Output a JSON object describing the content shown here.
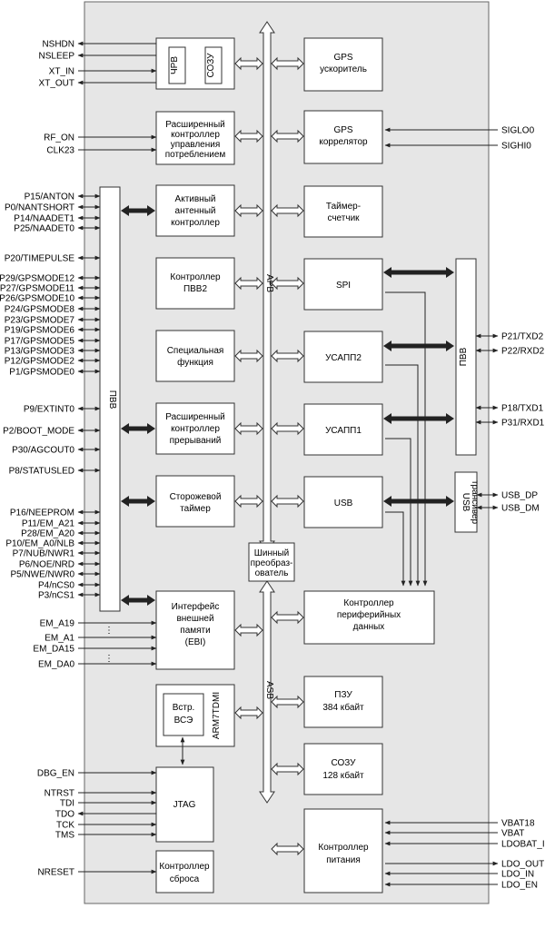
{
  "chip": {
    "left_pins": [
      "NSHDN",
      "NSLEEP",
      "XT_IN",
      "XT_OUT",
      "RF_ON",
      "CLK23",
      "P15/ANTON",
      "P0/NANTSHORT",
      "P14/NAADET1",
      "P25/NAADET0",
      "P20/TIMEPULSE",
      "P29/GPSMODE12",
      "P27/GPSMODE11",
      "P26/GPSMODE10",
      "P24/GPSMODE8",
      "P23/GPSMODE7",
      "P19/GPSMODE6",
      "P17/GPSMODE5",
      "P13/GPSMODE3",
      "P12/GPSMODE2",
      "P1/GPSMODE0",
      "P9/EXTINT0",
      "P2/BOOT_MODE",
      "P30/AGCOUT0",
      "P8/STATUSLED",
      "P16/NEEPROM",
      "P11/EM_A21",
      "P28/EM_A20",
      "P10/EM_A0/NLB",
      "P7/NUB/NWR1",
      "P6/NOE/NRD",
      "P5/NWE/NWR0",
      "P4/nCS0",
      "P3/nCS1",
      "EM_A19",
      "EM_A1",
      "EM_DA15",
      "EM_DA0",
      "DBG_EN",
      "NTRST",
      "TDI",
      "TDO",
      "TCK",
      "TMS",
      "NRESET"
    ],
    "right_pins": [
      "SIGLO0",
      "SIGHI0",
      "P21/TXD2",
      "P22/RXD2",
      "P18/TXD1",
      "P31/RXD1",
      "USB_DP",
      "USB_DM",
      "VBAT18",
      "VBAT",
      "LDOBAT_IN",
      "LDO_OUT",
      "LDO_IN",
      "LDO_EN"
    ],
    "blocks": {
      "chv": "ЧРВ",
      "ozu_small": "СОЗУ",
      "ext_power": [
        "Расширенный",
        "контроллер",
        "управления",
        "потреблением"
      ],
      "antenna": [
        "Активный",
        "антенный",
        "контроллер"
      ],
      "pvv2": [
        "Контроллер",
        "ПВВ2"
      ],
      "special": [
        "Специальная",
        "функция"
      ],
      "ext_irq": [
        "Расширенный",
        "контроллер",
        "прерываний"
      ],
      "watchdog": [
        "Сторожевой",
        "таймер"
      ],
      "ebi": [
        "Интерфейс",
        "внешней",
        "памяти",
        "(EBI)"
      ],
      "arm_core": "ARM7TDMI",
      "ice": [
        "Встр.",
        "ВСЭ"
      ],
      "jtag": "JTAG",
      "reset": [
        "Контроллер",
        "сброса"
      ],
      "gps_acc": [
        "GPS",
        "ускоритель"
      ],
      "gps_corr": [
        "GPS",
        "коррелятор"
      ],
      "timer": [
        "Таймер-",
        "счетчик"
      ],
      "spi": "SPI",
      "usart2": "УСАПП2",
      "usart1": "УСАПП1",
      "usb": "USB",
      "periph": [
        "Контроллер",
        "периферийных",
        "данных"
      ],
      "rom": [
        "ПЗУ",
        "384 кбайт"
      ],
      "ram": [
        "СОЗУ",
        "128 кбайт"
      ],
      "power": [
        "Контроллер",
        "питания"
      ],
      "bridge": [
        "Шинный",
        "преобраз-",
        "ователь"
      ],
      "pvv_left": "ПВВ",
      "pvv_right": "ПВВ",
      "usb_xcvr": [
        "USB",
        "трансивер"
      ]
    },
    "buses": {
      "apb": "APB",
      "asb": "ASB"
    },
    "ellipsis": "⋮",
    "ebi_dots": "⋮"
  }
}
